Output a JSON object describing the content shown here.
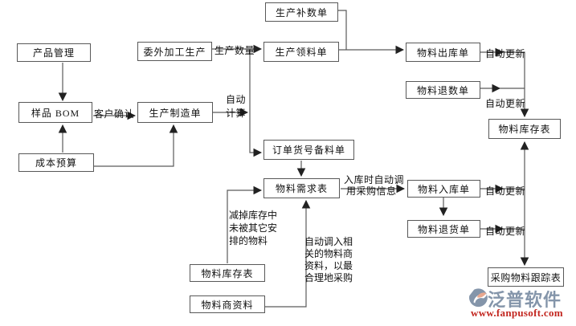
{
  "diagram": {
    "nodes": {
      "product_mgmt": "产品管理",
      "sample_bom": "样品 BOM",
      "cost_budget": "成本预算",
      "outsourced_production": "委外加工生产",
      "production_order": "生产制造单",
      "production_supplement": "生产补数单",
      "production_requisition": "生产领料单",
      "order_prep": "订单货号备料单",
      "material_demand": "物料需求表",
      "material_stock_left": "物料库存表",
      "supplier_data": "物料商资料",
      "material_outbound": "物料出库单",
      "material_return_qty": "物料退数单",
      "material_stock_right": "物料库存表",
      "material_inbound": "物料入库单",
      "material_return_goods": "物料退货单",
      "purchase_tracking": "采购物料跟踪表"
    },
    "edge_labels": {
      "customer_confirm": "客户确认",
      "production_qty": "生产数量",
      "auto_calc_1": "自动",
      "auto_calc_2": "计算",
      "auto_update": "自动更新",
      "warehouse_note_1": "入库时自动调",
      "warehouse_note_2": "用采购信息"
    },
    "notes": {
      "deduct_stock": [
        "减掉库存中",
        "未被其它安",
        "排的物料"
      ],
      "auto_import": [
        "自动调入相",
        "关的物料商",
        "资料，以最",
        "合理地采购"
      ]
    }
  },
  "logo": {
    "brand": "泛普软件",
    "url": "www.fanpusoft.com",
    "brand_color": "#8495aa",
    "accent_color": "#e8a78e",
    "url_color": "#c2261f"
  },
  "colors": {
    "background": "#ffffff",
    "line": "#5a5a5a",
    "box_border": "#585858",
    "arrow": "#222222",
    "text": "#111111"
  }
}
